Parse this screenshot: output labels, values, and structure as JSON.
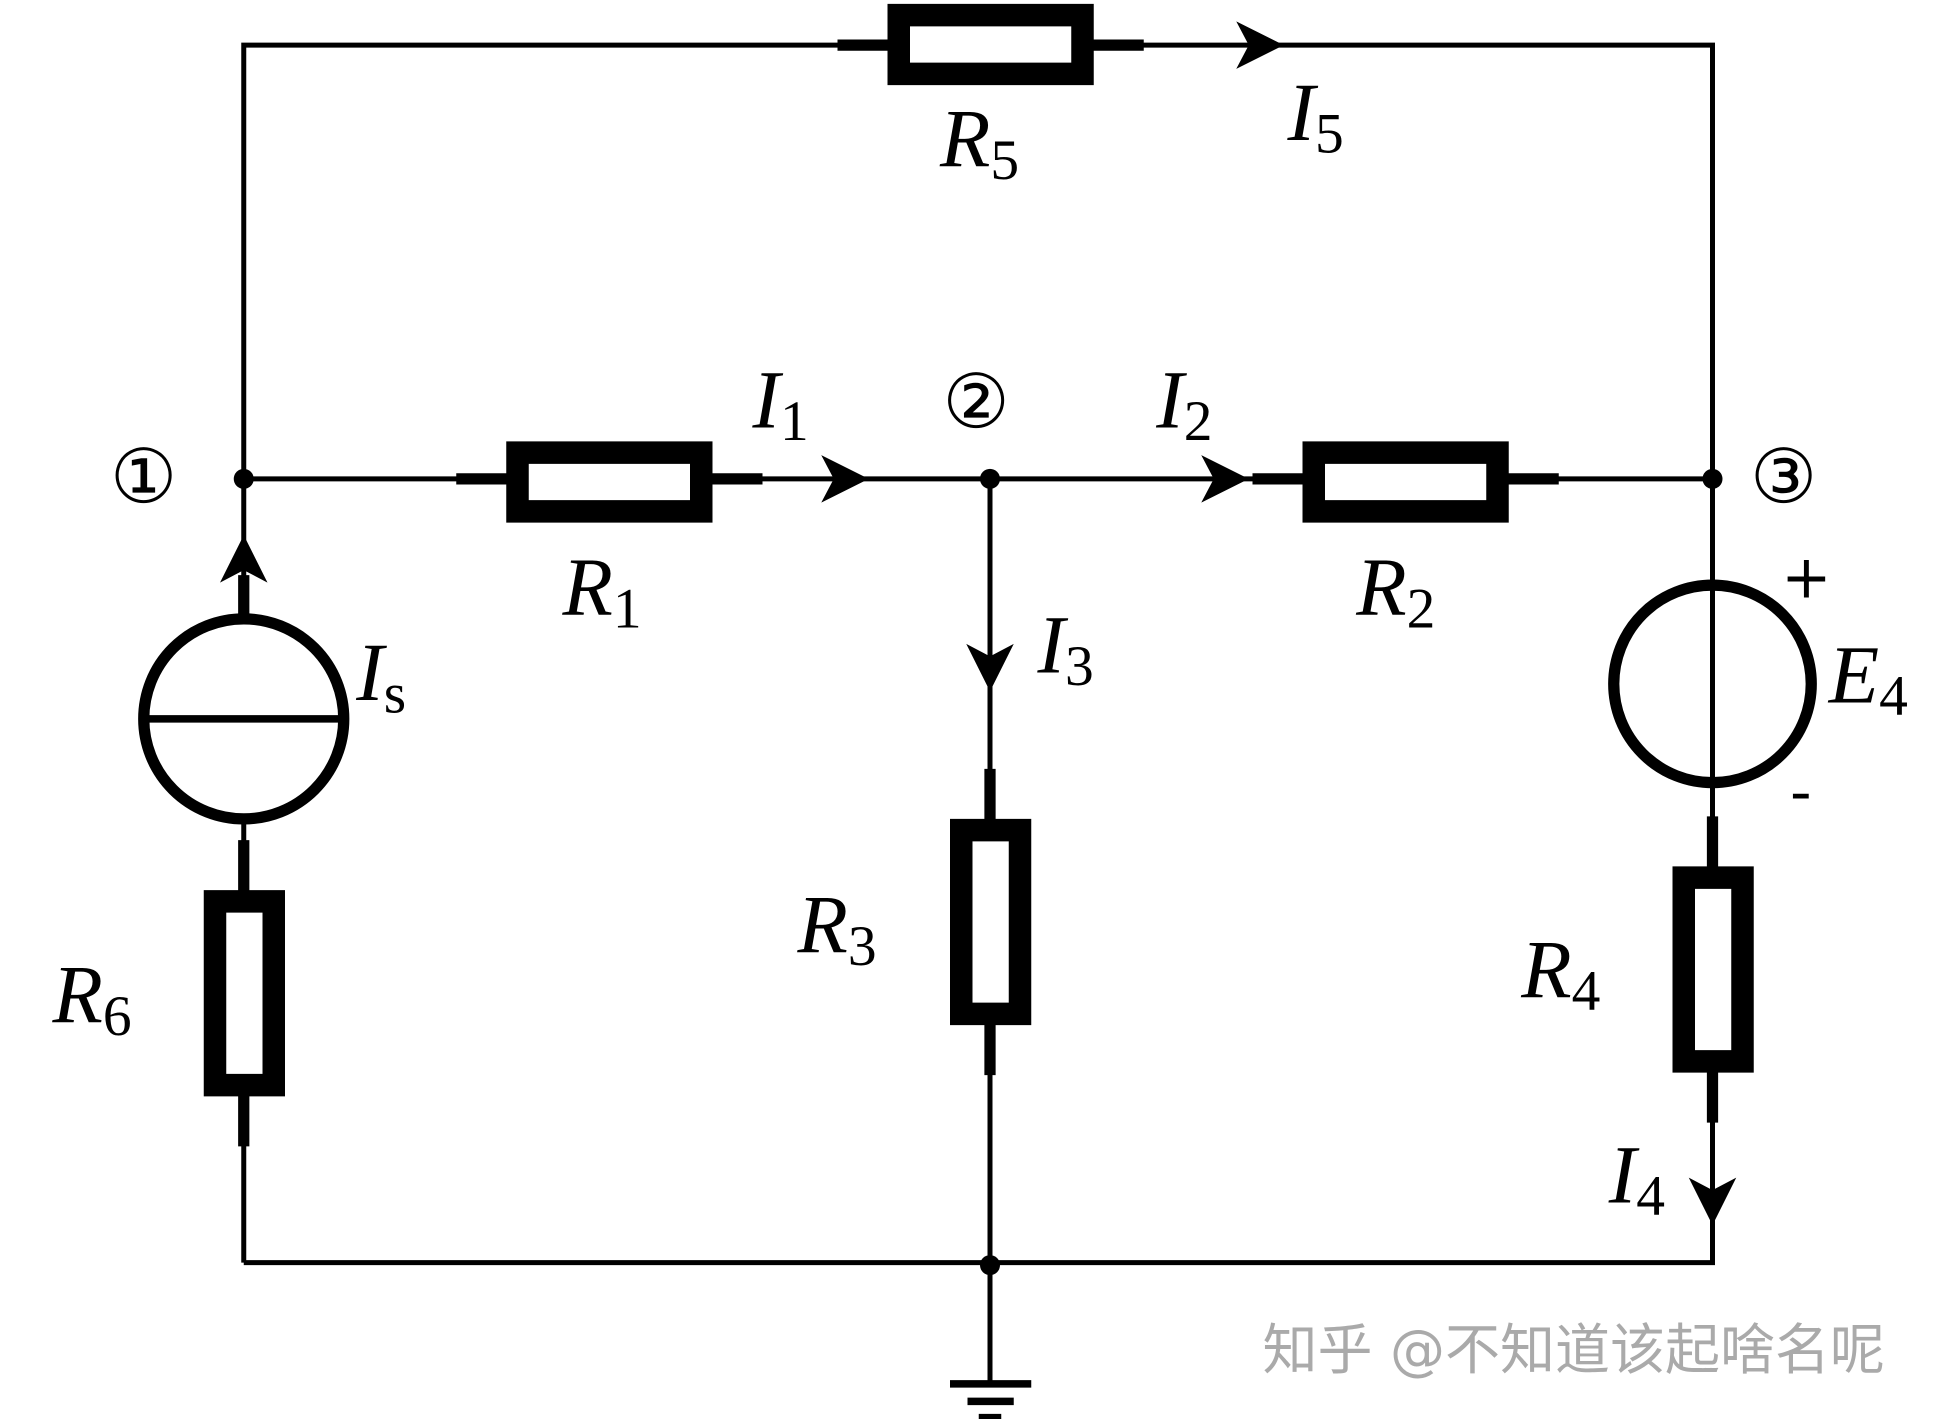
{
  "diagram": {
    "labels": {
      "R1": {
        "main": "R",
        "sub": "1"
      },
      "R2": {
        "main": "R",
        "sub": "2"
      },
      "R3": {
        "main": "R",
        "sub": "3"
      },
      "R4": {
        "main": "R",
        "sub": "4"
      },
      "R5": {
        "main": "R",
        "sub": "5"
      },
      "R6": {
        "main": "R",
        "sub": "6"
      },
      "I1": {
        "main": "I",
        "sub": "1"
      },
      "I2": {
        "main": "I",
        "sub": "2"
      },
      "I3": {
        "main": "I",
        "sub": "3"
      },
      "I4": {
        "main": "I",
        "sub": "4"
      },
      "I5": {
        "main": "I",
        "sub": "5"
      },
      "Is": {
        "main": "I",
        "sub": "s"
      },
      "E4": {
        "main": "E",
        "sub": "4"
      }
    },
    "nodes": {
      "n1": "①",
      "n2": "②",
      "n3": "③"
    },
    "polarity": {
      "plus": "+",
      "minus": "-"
    },
    "watermark": "知乎 @不知道该起啥名呢"
  }
}
